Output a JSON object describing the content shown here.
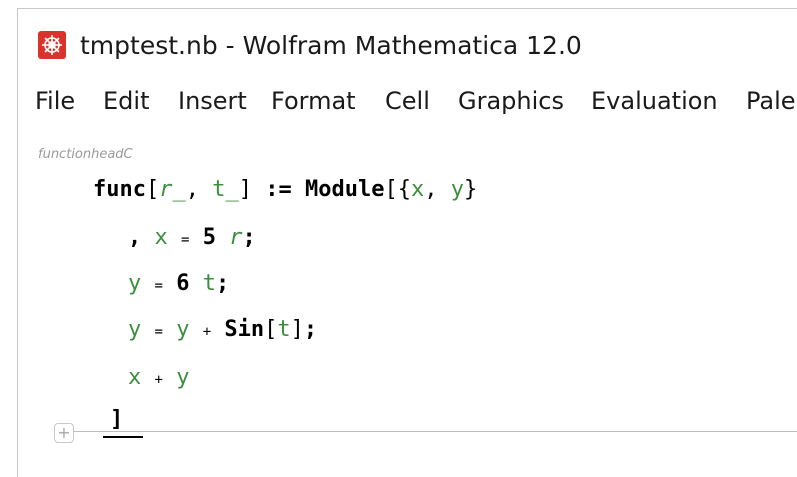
{
  "window": {
    "title": "tmptest.nb - Wolfram Mathematica 12.0",
    "icon": "wolfram-spikey-icon",
    "accent": "#d9342b"
  },
  "menu": {
    "items": [
      "File",
      "Edit",
      "Insert",
      "Format",
      "Cell",
      "Graphics",
      "Evaluation",
      "Pale"
    ]
  },
  "notebook": {
    "cell_style_label": "functionheadC",
    "code": {
      "line1": {
        "func": "func",
        "lb": "[",
        "r": "r",
        "u1": "_",
        "comma": ",",
        "t": "t",
        "u2": "_",
        "rb": "]",
        "setdelayed": ":=",
        "module": "Module",
        "mlb": "[",
        "lbrace": "{",
        "x": "x",
        "comma2": ",",
        "y": "y",
        "rbrace": "}"
      },
      "line2": {
        "comma": ",",
        "x": "x",
        "set": "=",
        "num": "5",
        "r": "r",
        "semi": ";"
      },
      "line3": {
        "y": "y",
        "set": "=",
        "num": "6",
        "t": "t",
        "semi": ";"
      },
      "line4": {
        "y": "y",
        "set": "=",
        "y2": "y",
        "plus": "+",
        "sin": "Sin",
        "lb": "[",
        "t": "t",
        "rb": "]",
        "semi": ";"
      },
      "line5": {
        "x": "x",
        "plus": "+",
        "y": "y"
      },
      "line6": {
        "rb": "]"
      }
    },
    "insert_button": "+"
  }
}
